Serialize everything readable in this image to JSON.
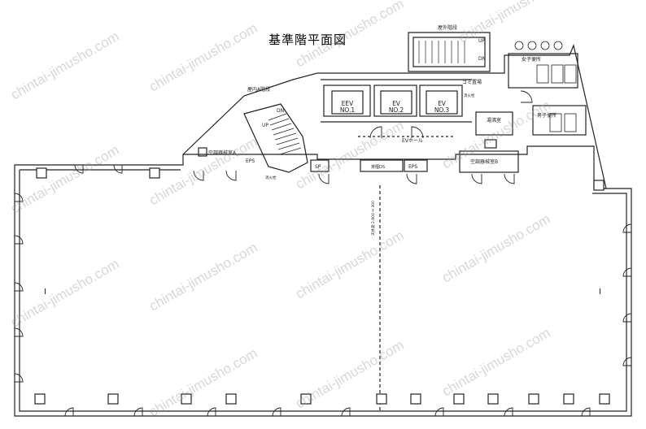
{
  "title": "基準階平面図",
  "watermark": "chintai-jimusho.com",
  "labels": {
    "roof_stair": "屋外階段",
    "up_top": "UP",
    "dn_top": "DN",
    "womens_toilet": "女子便所",
    "mens_toilet": "男子便所",
    "garbage": "ゴミ置場",
    "fire_ext": "消火栓",
    "eev": "EEV\nNO.1",
    "ev2": "EV\nNO.2",
    "ev3": "EV\nNO.3",
    "indoor_stair": "屋内A階段",
    "up_stair": "UP",
    "dn_stair": "DN",
    "ac_room_a": "空調器械室A",
    "eps_left": "EPS",
    "sp": "SP",
    "ev_hall": "EVホール",
    "pantry": "湯沸室",
    "ds": "排煙DS",
    "eps_mid": "EPS",
    "ac_room_b": "空調器械室B",
    "fire_ext2": "消火栓",
    "ceiling": "天井高 2,800 ⇔ 300",
    "col_mark_left": "I",
    "col_mark_right": "I"
  },
  "colors": {
    "line": "#222222",
    "wall": "#111111",
    "watermark": "#9a9a9a"
  }
}
